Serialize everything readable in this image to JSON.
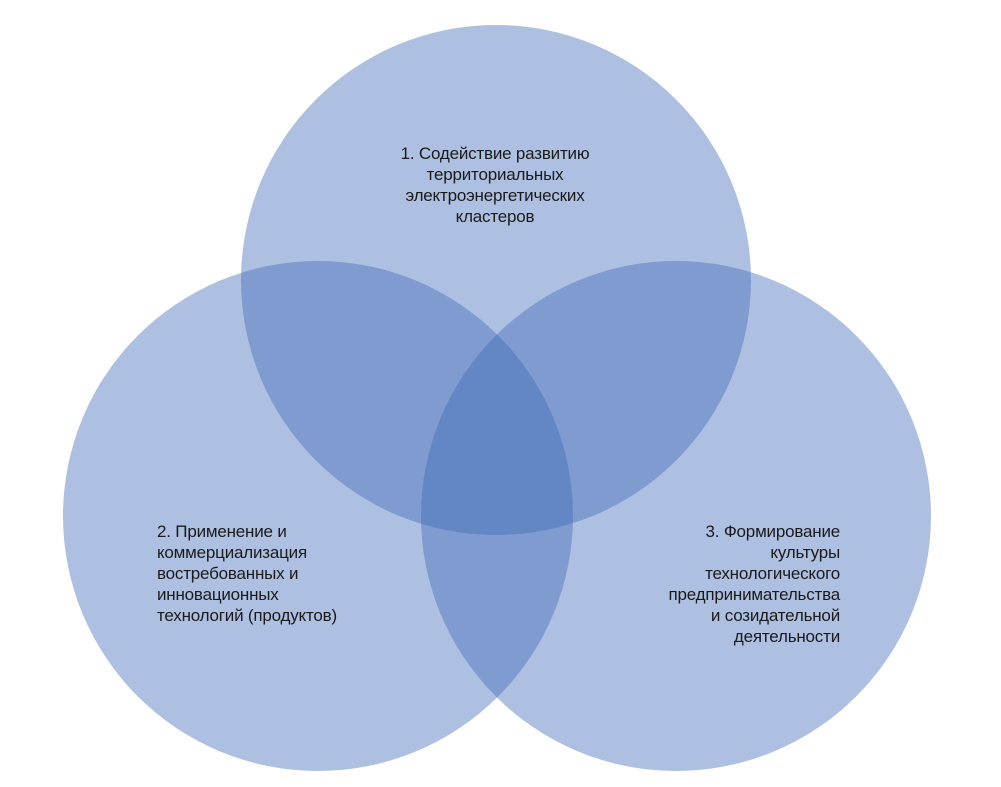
{
  "diagram": {
    "type": "venn",
    "fill_color": "#3d6ab8",
    "circles": [
      {
        "id": "1",
        "label": "1. Содействие развитию\nтерриториальных\nэлектроэнергетических\nкластеров"
      },
      {
        "id": "2",
        "label": "2. Применение и\nкоммерциализация\nвостребованных и\nинновационных\nтехнологий (продуктов)"
      },
      {
        "id": "3",
        "label": "3. Формирование\nкультуры\nтехнологического\nпредпринимательства\nи созидательной\nдеятельности"
      }
    ]
  }
}
